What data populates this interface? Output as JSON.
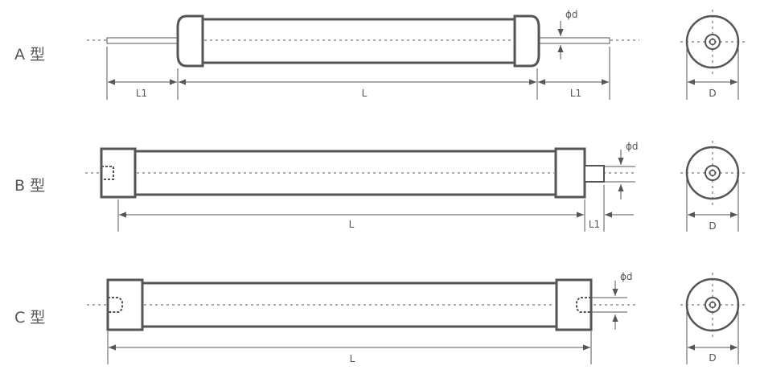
{
  "diagram": {
    "rows": [
      {
        "id": "A",
        "type_label": "A 型",
        "length_label": "L",
        "lead_label_left": "L1",
        "lead_label_right": "L1",
        "lead_dia_label": "ϕd",
        "diameter_label": "D"
      },
      {
        "id": "B",
        "type_label": "B 型",
        "length_label": "L",
        "lead_label_right": "L1",
        "lead_dia_label": "ϕd",
        "diameter_label": "D"
      },
      {
        "id": "C",
        "type_label": "C 型",
        "length_label": "L",
        "lead_dia_label": "ϕd",
        "diameter_label": "D"
      }
    ],
    "colors": {
      "line": "#555555",
      "background": "#ffffff"
    }
  }
}
